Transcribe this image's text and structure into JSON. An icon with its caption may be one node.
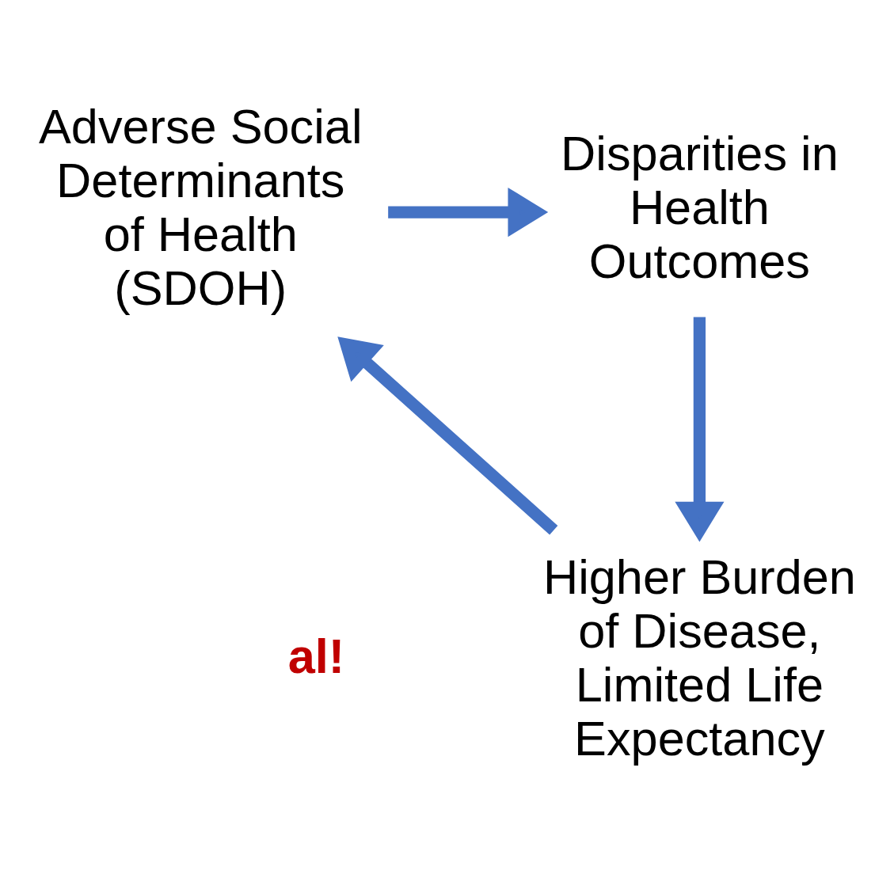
{
  "diagram": {
    "nodes": [
      {
        "text": [
          "Adverse Social Determinants of Health (SDOH)"
        ]
      },
      {
        "text": [
          "Disparities in Health Outcomes"
        ]
      },
      {
        "text": [
          "Higher Burden of Disease, Limited Life Expectancy"
        ]
      }
    ],
    "edges": [
      {
        "from": 0,
        "to": 1,
        "arrow": "to"
      },
      {
        "from": 1,
        "to": 2,
        "arrow": "to"
      },
      {
        "from": 2,
        "to": 0,
        "arrow": "to"
      }
    ],
    "labels": [
      "al!"
    ]
  }
}
